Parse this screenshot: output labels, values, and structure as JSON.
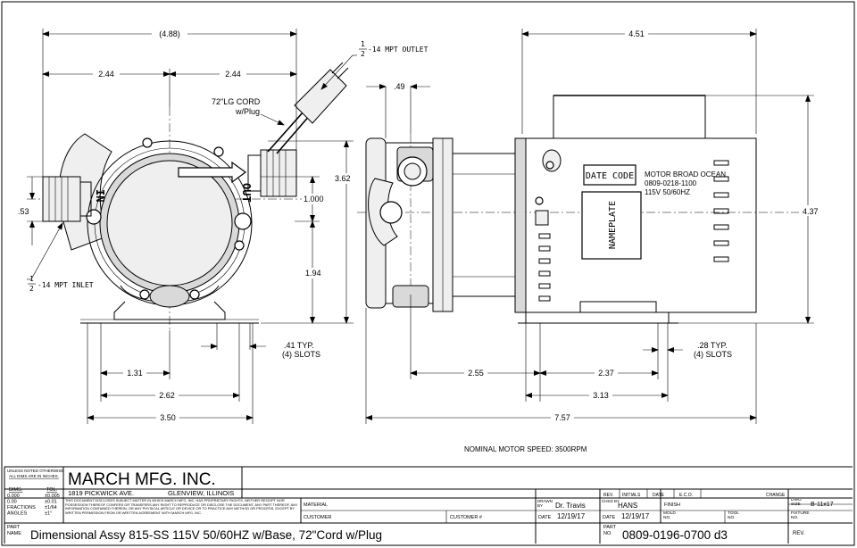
{
  "dimensions": {
    "overall_width": "(4.88)",
    "left_half": "2.44",
    "right_half": "2.44",
    "outlet_offset": ".49",
    "motor_height": "3.62",
    "inlet_height": "1.000",
    "shaft_height": "1.94",
    "inlet_left": ".53",
    "slot_front": ".41 TYP.",
    "slots_front_count": "(4) SLOTS",
    "base_half": "1.31",
    "base_width": "2.62",
    "footprint_width": "3.50",
    "motor_length": "4.51",
    "overall_height": "4.37",
    "slot_side": ".28 TYP.",
    "slots_side_count": "(4) SLOTS",
    "base_offset": "2.55",
    "slot_spacing": "2.37",
    "base_length": "3.13",
    "overall_length": "7.57"
  },
  "callouts": {
    "outlet": "1/2-14 MPT OUTLET",
    "outlet_frac_num": "1",
    "outlet_frac_den": "2",
    "outlet_text": "-14 MPT OUTLET",
    "cord_line1": "72\"LG CORD",
    "cord_line2": "w/Plug",
    "inlet_frac_num": "1",
    "inlet_frac_den": "2",
    "inlet_text": "-14 MPT INLET",
    "in_label": "IN",
    "out_label": "OUT"
  },
  "nameplate": {
    "date_code": "DATE CODE",
    "nameplate_label": "NAMEPLATE",
    "line1": "MOTOR BROAD OCEAN",
    "line2": "0809-0218-1100",
    "line3": "115V 50/60HZ"
  },
  "nominal_speed": "NOMINAL MOTOR SPEED: 3500RPM",
  "title_block": {
    "tol_header_line1": "UNLESS NOTED OTHERWISE",
    "tol_header_line2": "ALL DIMS ARE IN INCHES.",
    "dims_label": "DIMS.",
    "tol_label": "TOL.",
    "tol_rows": [
      {
        "dim": "0.000",
        "tol": "±0.005"
      },
      {
        "dim": "0.00",
        "tol": "±0.01"
      },
      {
        "dim": "FRACTIONS",
        "tol": "±1/64"
      },
      {
        "dim": "ANGLES",
        "tol": "±1°"
      }
    ],
    "company": "MARCH MFG. INC.",
    "address": "1819 PICKWICK AVE.",
    "city": "GLENVIEW, ILLINOIS",
    "disclaimer": "THIS DOCUMENT DISCLOSES SUBJECT MATTER IN WHICH MARCH MFG. INC. HAS PROPRIETARY RIGHTS. NEITHER RECEIPT NOR POSSESSION THEREOF CONFERS OR TRANSFERS ANY RIGHT TO REPRODUCE OR DISCLOSE THE DOCUMENT, ANY PART THEREOF, ANY INFORMATION CONTAINED THEREIN, OR ANY PHYSICAL ARTICLE OR DEVICE OR TO PRACTICE ANY METHOD OR PROCESS, EXCEPT BY WRITTEN PERMISSION FROM OR WRITTEN AGREEMENT WITH MARCH MFG. INC.",
    "material_label": "MATERIAL",
    "customer_label": "CUSTOMER",
    "customer_no_label": "CUSTOMER #",
    "drawn_by_label": "DRAWN BY",
    "drawn_by": "Dr. Travis",
    "chkd_by_label": "CHKD BY",
    "chkd_by": "HANS",
    "date_label": "DATE",
    "date1": "12/19/17",
    "date2": "12/19/17",
    "rev_label": "REV.",
    "initials_label": "INITIALS",
    "date_col_label": "DATE",
    "eco_label": "E.C.O.",
    "change_label": "CHANGE",
    "dwg_size_label": "DWG SIZE",
    "dwg_size": "B-11x17",
    "finish_label": "FINISH",
    "mold_no_label": "MOLD NO.",
    "tool_no_label": "TOOL NO.",
    "fixture_no_label": "FIXTURE NO.",
    "part_name_label": "PART NAME",
    "part_name": "Dimensional Assy 815-SS 115V 50/60HZ w/Base, 72\"Cord w/Plug",
    "part_no_label": "PART NO.",
    "part_no": "0809-0196-0700 d3",
    "rev_bottom_label": "REV."
  }
}
